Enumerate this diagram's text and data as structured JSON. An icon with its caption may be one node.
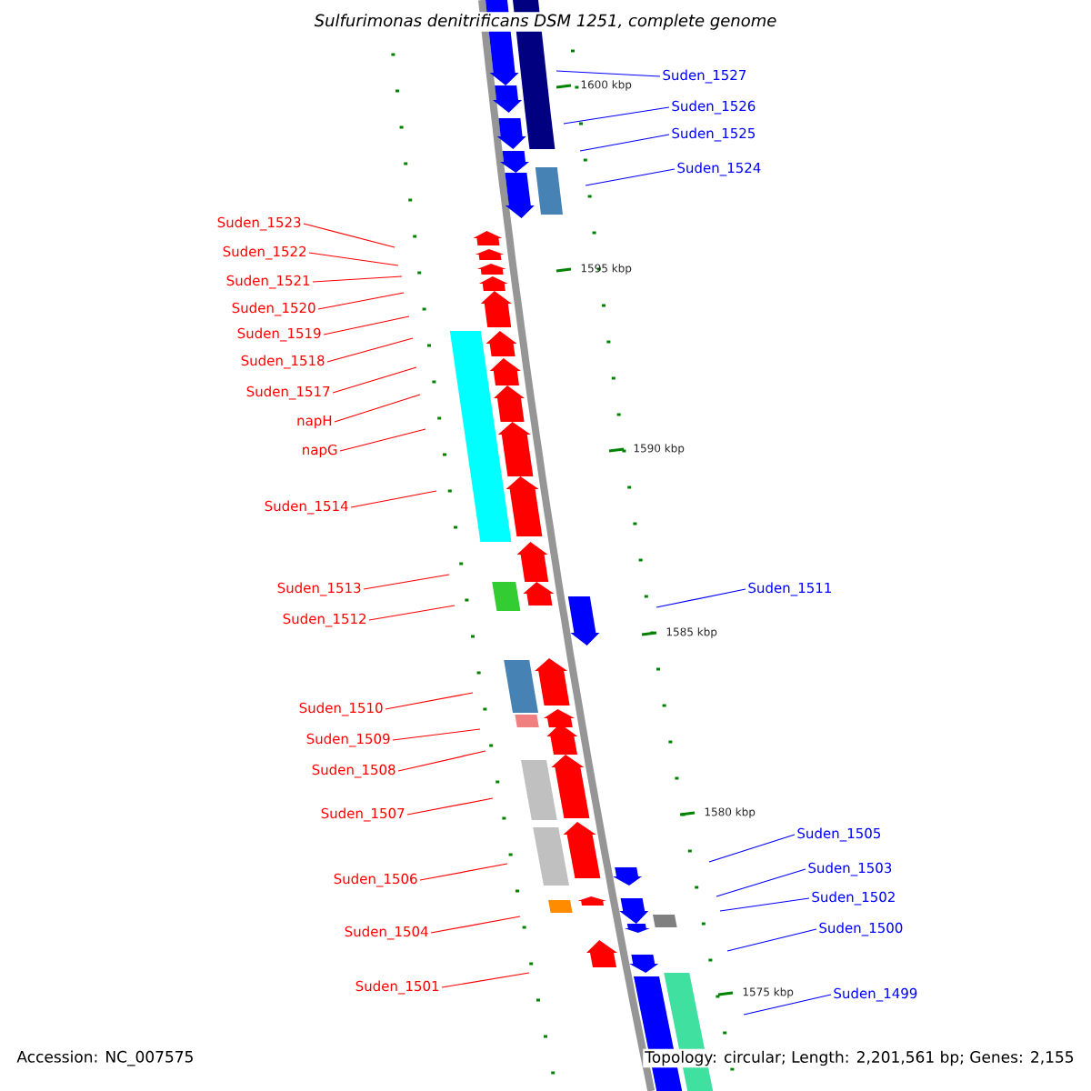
{
  "diagram": {
    "title": "Sulfurimonas denitrificans DSM 1251, complete genome",
    "nodes": [
      {
        "text": [
          "Suden_1527"
        ]
      },
      {
        "text": [
          "Suden_1526"
        ]
      },
      {
        "text": [
          "Suden_1525"
        ]
      },
      {
        "text": [
          "Suden_1524"
        ]
      },
      {
        "text": [
          "Suden_1523"
        ]
      },
      {
        "text": [
          "Suden_1522"
        ]
      },
      {
        "text": [
          "Suden_1521"
        ]
      },
      {
        "text": [
          "Suden_1520"
        ]
      },
      {
        "text": [
          "Suden_1519"
        ]
      },
      {
        "text": [
          "Suden_1518"
        ]
      },
      {
        "text": [
          "Suden_1517"
        ]
      },
      {
        "text": [
          "napH"
        ]
      },
      {
        "text": [
          "napG"
        ]
      },
      {
        "text": [
          "Suden_1514"
        ]
      },
      {
        "text": [
          "Suden_1513"
        ]
      },
      {
        "text": [
          "Suden_1511"
        ]
      },
      {
        "text": [
          "Suden_1512"
        ]
      },
      {
        "text": [
          "Suden_1510"
        ]
      },
      {
        "text": [
          "Suden_1509"
        ]
      },
      {
        "text": [
          "Suden_1508"
        ]
      },
      {
        "text": [
          "Suden_1507"
        ]
      },
      {
        "text": [
          "Suden_1505"
        ]
      },
      {
        "text": [
          "Suden_1503"
        ]
      },
      {
        "text": [
          "Suden_1506"
        ]
      },
      {
        "text": [
          "Suden_1502"
        ]
      },
      {
        "text": [
          "Suden_1500"
        ]
      },
      {
        "text": [
          "Suden_1504"
        ]
      },
      {
        "text": [
          "Suden_1501"
        ]
      },
      {
        "text": [
          "Suden_1499"
        ]
      }
    ],
    "edges": [
      {
        "from": 0,
        "to": null,
        "arrow": "none",
        "color": "#0000ff"
      },
      {
        "from": 1,
        "to": null,
        "arrow": "none",
        "color": "#0000ff"
      },
      {
        "from": 2,
        "to": null,
        "arrow": "none",
        "color": "#0000ff"
      },
      {
        "from": 3,
        "to": null,
        "arrow": "none",
        "color": "#0000ff"
      },
      {
        "from": 4,
        "to": null,
        "arrow": "none"
      },
      {
        "from": 5,
        "to": null,
        "arrow": "none"
      },
      {
        "from": 6,
        "to": null,
        "arrow": "none"
      },
      {
        "from": 7,
        "to": null,
        "arrow": "none"
      },
      {
        "from": 8,
        "to": null,
        "arrow": "none"
      },
      {
        "from": 9,
        "to": null,
        "arrow": "none"
      },
      {
        "from": 10,
        "to": null,
        "arrow": "none"
      },
      {
        "from": 11,
        "to": null,
        "arrow": "none"
      },
      {
        "from": 12,
        "to": null,
        "arrow": "none"
      },
      {
        "from": 13,
        "to": null,
        "arrow": "none"
      },
      {
        "from": 14,
        "to": null,
        "arrow": "none"
      },
      {
        "from": 15,
        "to": null,
        "arrow": "none",
        "color": "#0000ff"
      },
      {
        "from": 16,
        "to": null,
        "arrow": "none"
      },
      {
        "from": 17,
        "to": null,
        "arrow": "none"
      },
      {
        "from": 18,
        "to": null,
        "arrow": "none"
      },
      {
        "from": 19,
        "to": null,
        "arrow": "none"
      },
      {
        "from": 20,
        "to": null,
        "arrow": "none"
      },
      {
        "from": 21,
        "to": null,
        "arrow": "none",
        "color": "#0000ff"
      },
      {
        "from": 22,
        "to": null,
        "arrow": "none",
        "color": "#0000ff"
      },
      {
        "from": 23,
        "to": null,
        "arrow": "none"
      },
      {
        "from": 24,
        "to": null,
        "arrow": "none",
        "color": "#0000ff"
      },
      {
        "from": 25,
        "to": null,
        "arrow": "none",
        "color": "#0000ff"
      },
      {
        "from": 26,
        "to": null,
        "arrow": "none"
      },
      {
        "from": 27,
        "to": null,
        "arrow": "none"
      },
      {
        "from": 28,
        "to": null,
        "arrow": "none",
        "color": "#0000ff"
      }
    ],
    "labels": [
      "1600 kbp",
      "1595 kbp",
      "1590 kbp",
      "1585 kbp",
      "1580 kbp",
      "1575 kbp",
      "Accession: NC_007575",
      "Topology: circular; Length: 2,201,561 bp; Genes: 2,155"
    ]
  }
}
